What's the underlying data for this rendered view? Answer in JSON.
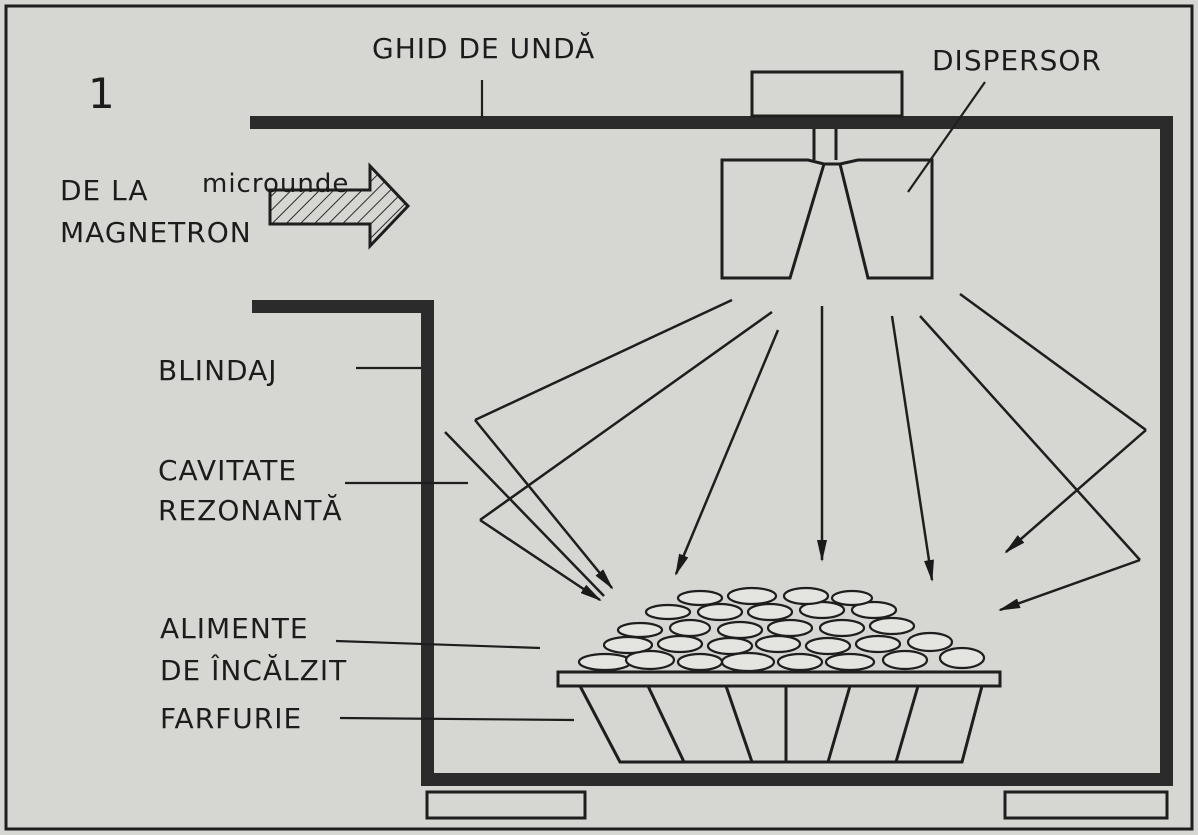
{
  "figure_number": "1",
  "labels": {
    "waveguide": "GHID DE UNDĂ",
    "disperser": "DISPERSOR",
    "source_line1": "DE LA",
    "source_line2": "MAGNETRON",
    "microwaves": "microunde",
    "shield": "BLINDAJ",
    "cavity_line1": "CAVITATE",
    "cavity_line2": "REZONANTĂ",
    "food_line1": "ALIMENTE",
    "food_line2": "DE ÎNCĂLZIT",
    "plate": "FARFURIE"
  }
}
